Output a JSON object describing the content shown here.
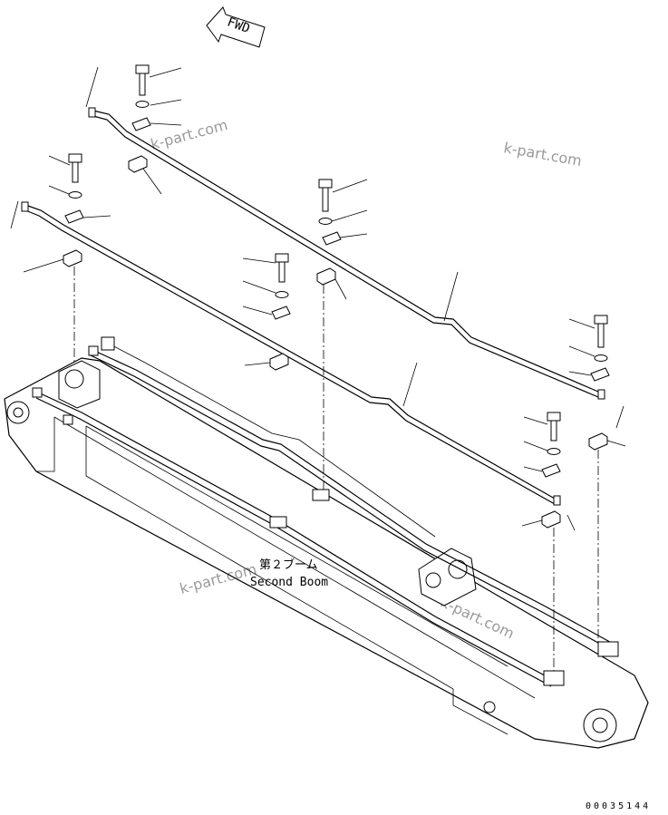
{
  "fwd_label": "FWD",
  "part_label_jp": "第２ブーム",
  "part_label_en": "Second Boom",
  "drawing_number": "00035144",
  "watermarks": [
    "k-part.com",
    "k-part.com",
    "k-part.com",
    "k-part.com"
  ]
}
